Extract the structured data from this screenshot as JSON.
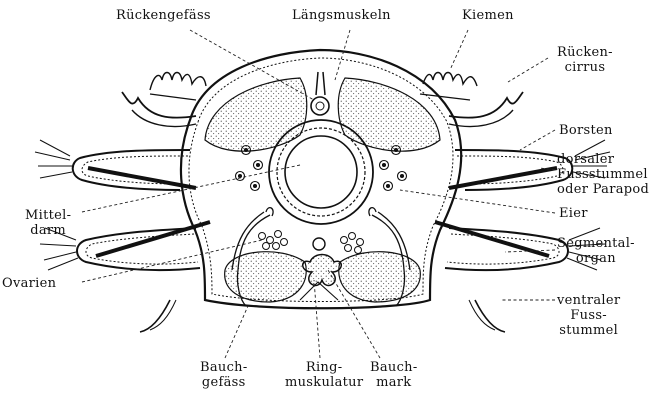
{
  "labels": {
    "rueckengefaess": "Rückengefäss",
    "laengsmuskeln": "Längsmuskeln",
    "kiemen": "Kiemen",
    "rueckencirrus_1": "Rücken-",
    "rueckencirrus_2": "cirrus",
    "borsten": "Borsten",
    "dorsaler_1": "dorsaler",
    "dorsaler_2": "Fussstummel",
    "dorsaler_3": "oder Parapod",
    "eier": "Eier",
    "segmentalorgan_1": "Segmental-",
    "segmentalorgan_2": "organ",
    "ventraler_1": "ventraler",
    "ventraler_2": "Fuss-",
    "ventraler_3": "stummel",
    "mitteldarm_1": "Mittel-",
    "mitteldarm_2": "darm",
    "ovarien": "Ovarien",
    "bauchgefaess_1": "Bauch-",
    "bauchgefaess_2": "gefäss",
    "ringmuskulatur_1": "Ring-",
    "ringmuskulatur_2": "muskulatur",
    "bauchmark_1": "Bauch-",
    "bauchmark_2": "mark"
  }
}
